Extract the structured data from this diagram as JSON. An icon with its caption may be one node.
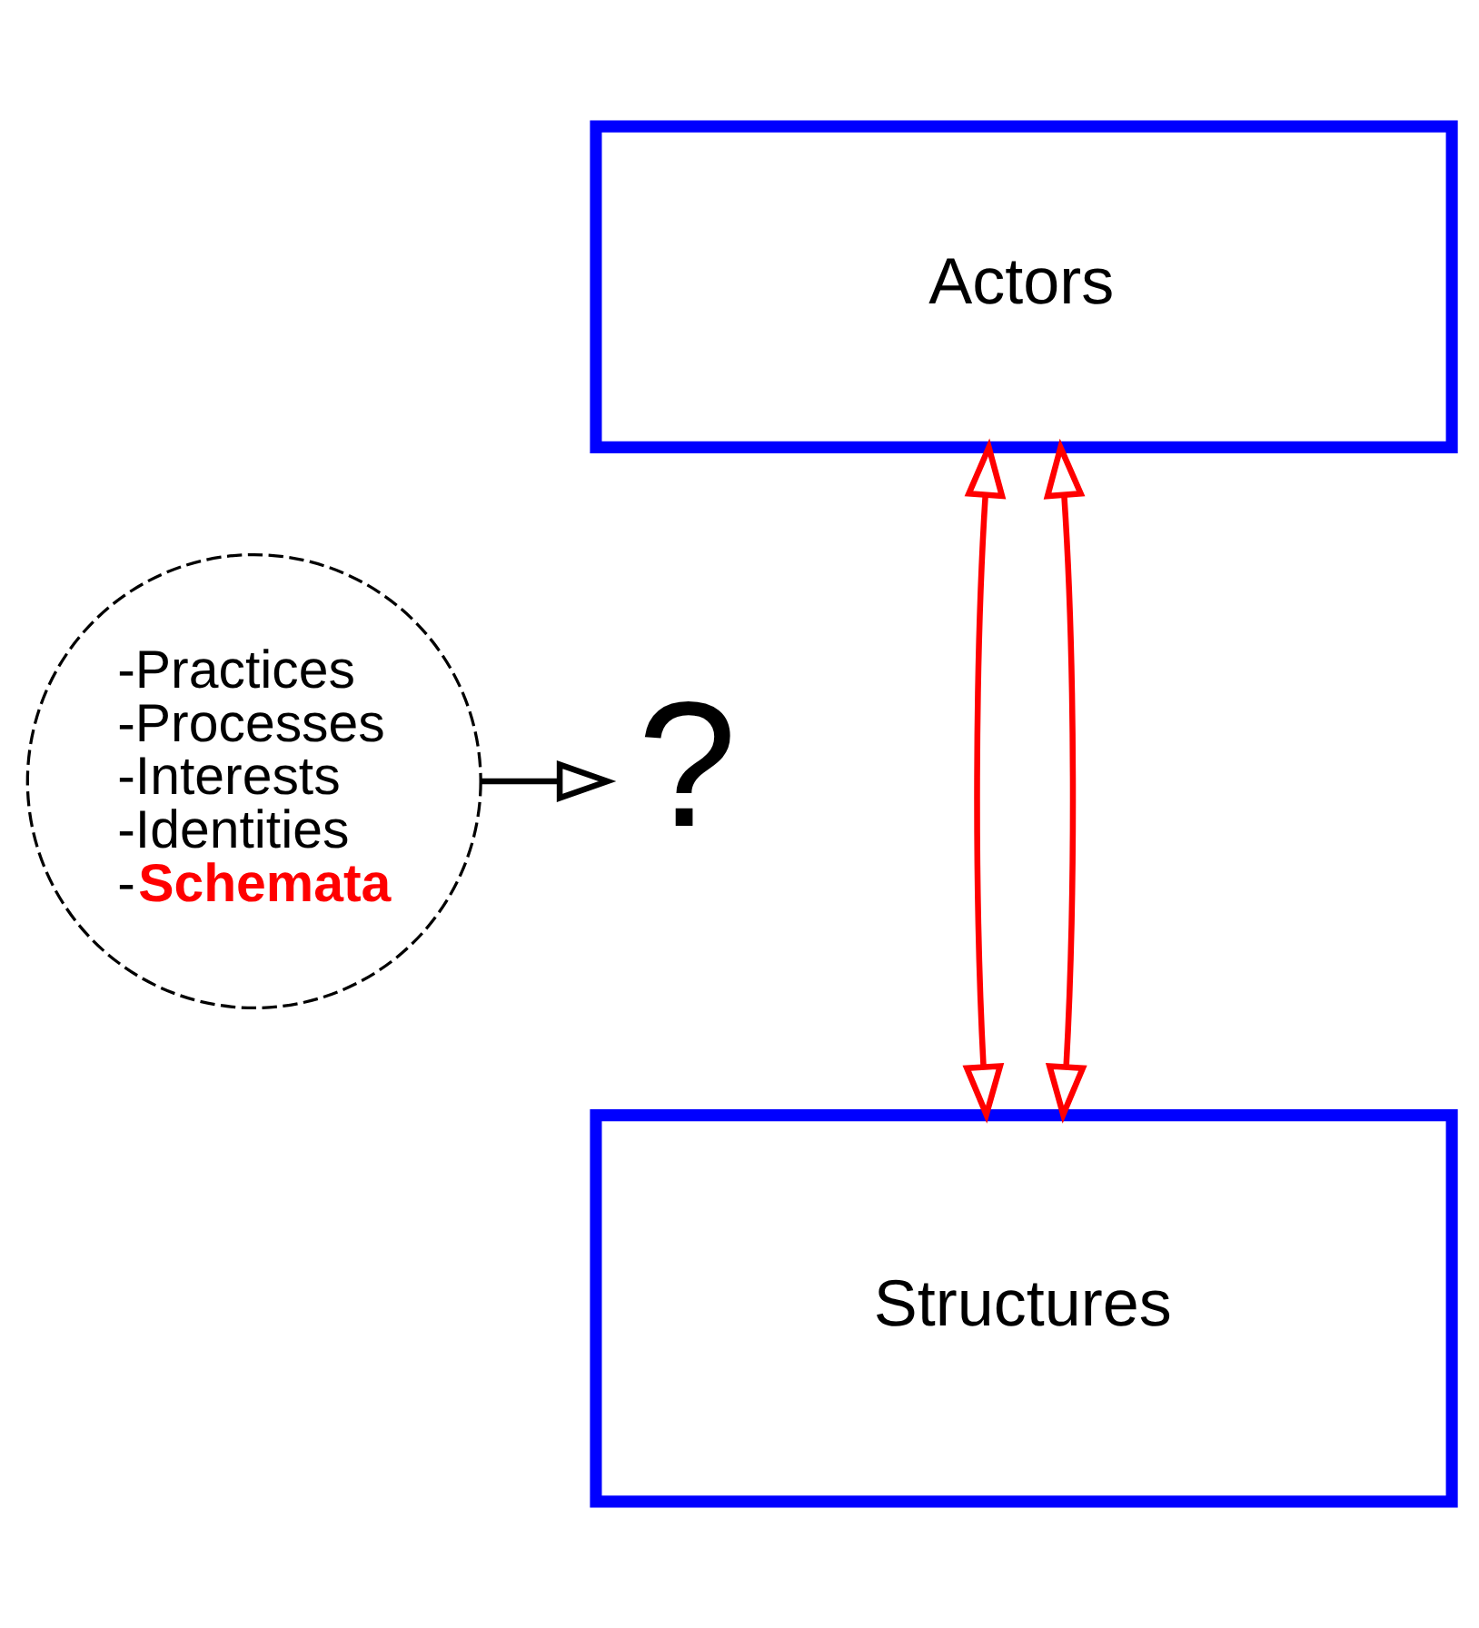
{
  "diagram": {
    "nodes": [
      {
        "text": [
          "Actors"
        ]
      },
      {
        "text": [
          "-Practices",
          "-Processes",
          "-Interests",
          "-Identities",
          "-**Schemata**"
        ]
      },
      {
        "text": [
          "Structures"
        ]
      },
      {
        "text": [
          "?"
        ]
      }
    ],
    "edges": [
      {
        "from": 0,
        "to": 2,
        "arrow": "both",
        "color": "#ff0000"
      },
      {
        "from": 0,
        "to": 2,
        "arrow": "both",
        "color": "#ff0000"
      },
      {
        "from": 1,
        "to": 3,
        "arrow": "to",
        "color": "#000000"
      }
    ]
  }
}
